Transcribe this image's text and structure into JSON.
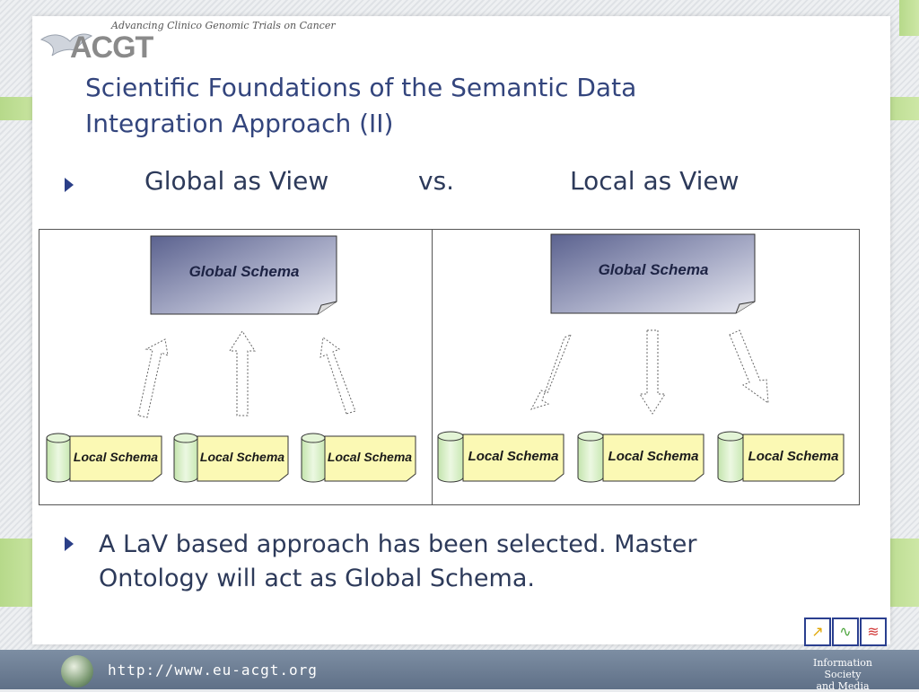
{
  "header": {
    "tagline": "Advancing Clinico Genomic Trials on Cancer",
    "logo_text": "ACGT"
  },
  "slide": {
    "title_line1": "Scientific Foundations of the Semantic Data",
    "title_line2": "Integration Approach (II)",
    "bullet1": {
      "left": "Global as View",
      "middle": "vs.",
      "right": "Local as View"
    },
    "bullet2_line1": "A LaV based approach has been selected. Master",
    "bullet2_line2": "Ontology will act as Global Schema."
  },
  "diagram": {
    "gav": {
      "global_label": "Global Schema",
      "local_labels": [
        "Local Schema",
        "Local Schema",
        "Local Schema"
      ],
      "arrow_direction": "up"
    },
    "lav": {
      "global_label": "Global Schema",
      "local_labels": [
        "Local Schema",
        "Local Schema",
        "Local Schema"
      ],
      "arrow_direction": "down"
    }
  },
  "footer": {
    "url": "http://www.eu-acgt.org",
    "ist_line1": "Information Society",
    "ist_line2": "and Media"
  },
  "colors": {
    "title": "#33457d",
    "bullet": "#2b3f88",
    "global_box_dark": "#6a7099",
    "local_box": "#fbf9b4",
    "cylinder": "#d9f0c8",
    "accent_green": "#b6d98a",
    "footer": "#6b7c92"
  }
}
